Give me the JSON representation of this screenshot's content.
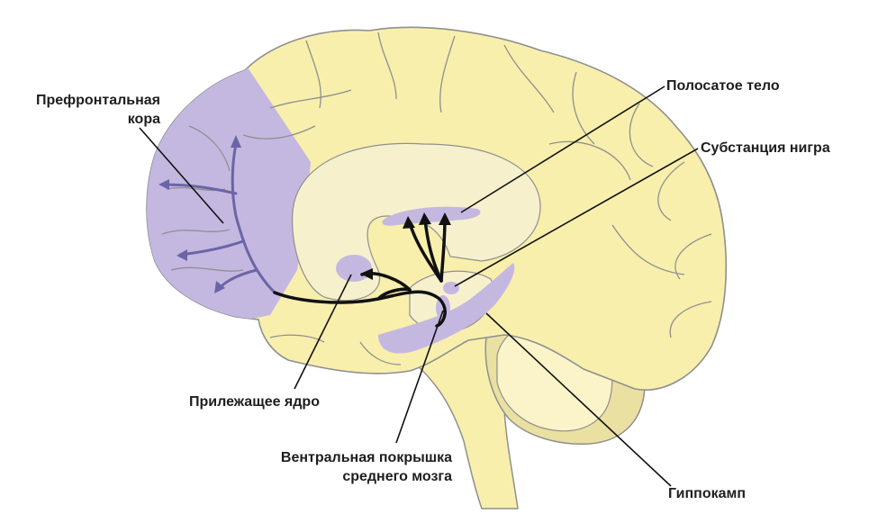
{
  "labels": {
    "prefrontal": [
      "Префронтальная",
      "кора"
    ],
    "striatum": "Полосатое тело",
    "substantia_nigra": "Субстанция нигра",
    "nucleus_accumbens": "Прилежащее ядро",
    "vta": [
      "Вентральная покрышка",
      "среднего мозга"
    ],
    "hippocampus": "Гиппокамп"
  },
  "colors": {
    "brain_fill": "#f8efad",
    "brain_outline": "#8f8f8f",
    "inner_fill": "#f6f1cc",
    "region_fill": "#c4b8e1",
    "pathway_purple": "#6a65a6",
    "pathway_black": "#111111",
    "cerebellum_inner": "#faf4c8",
    "cerebellum_outer": "#eae0a2"
  },
  "icons": {
    "arrowheads": "arrowhead-icon"
  }
}
